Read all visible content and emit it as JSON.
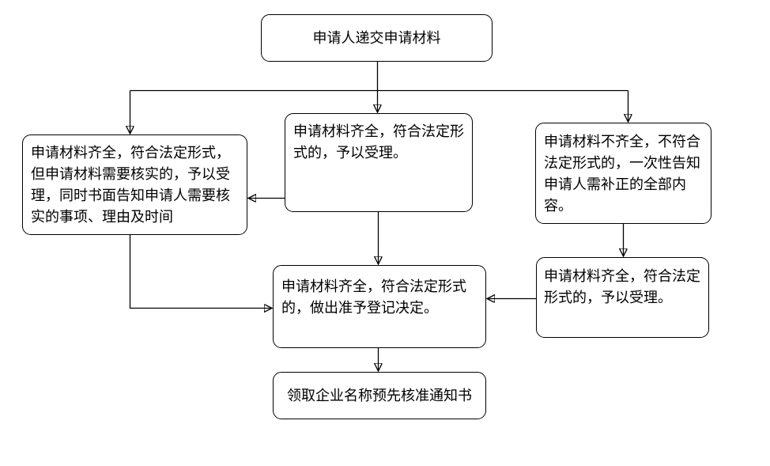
{
  "diagram": {
    "type": "flowchart",
    "background": "#ffffff",
    "line_color": "#000000",
    "box_fill": "#ffffff",
    "box_border_color": "#000000",
    "text_color": "#000000",
    "nodes": {
      "start": {
        "label": "申请人递交申请材料"
      },
      "verify": {
        "label": "申请材料齐全，符合法定形式，但申请材料需要核实的，予以受理，同时书面告知申请人需要核实的事项、理由及时间"
      },
      "accept": {
        "label": "申请材料齐全，符合法定形式的，予以受理。"
      },
      "incomplete": {
        "label": "申请材料不齐全，不符合法定形式的，一次性告知申请人需补正的全部内容。"
      },
      "decision": {
        "label": "申请材料齐全，符合法定形式的，做出准予登记决定。"
      },
      "accept2": {
        "label": "申请材料齐全，符合法定形式的，予以受理。"
      },
      "finish": {
        "label": "领取企业名称预先核准通知书"
      }
    },
    "edges": [
      {
        "from": "start",
        "to": "verify"
      },
      {
        "from": "start",
        "to": "accept"
      },
      {
        "from": "start",
        "to": "incomplete"
      },
      {
        "from": "accept",
        "to": "verify"
      },
      {
        "from": "verify",
        "to": "decision"
      },
      {
        "from": "accept",
        "to": "decision"
      },
      {
        "from": "incomplete",
        "to": "accept2"
      },
      {
        "from": "accept2",
        "to": "decision"
      },
      {
        "from": "decision",
        "to": "finish"
      }
    ]
  }
}
